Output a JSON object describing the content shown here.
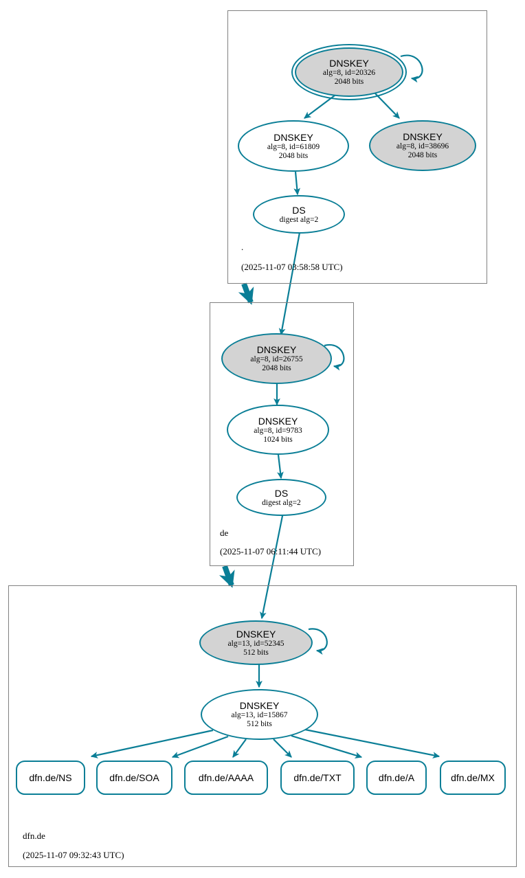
{
  "diagram": {
    "type": "dnssec-authentication-chain",
    "colors": {
      "edge": "#0a7e96",
      "node_border": "#0a7e96",
      "secure_fill": "#d3d3d3",
      "plain_fill": "#ffffff",
      "zone_border": "#808080",
      "background": "#ffffff"
    }
  },
  "zones": [
    {
      "name": ".",
      "label": ".",
      "timestamp": "(2025-11-07 03:58:58 UTC)",
      "nodes": [
        {
          "id": "root-ksk-20326",
          "kind": "DNSKEY",
          "title": "DNSKEY",
          "params": "alg=8, id=20326",
          "size": "2048 bits",
          "fill": "secure",
          "trust_anchor": true,
          "self_signed": true
        },
        {
          "id": "root-zsk-61809",
          "kind": "DNSKEY",
          "title": "DNSKEY",
          "params": "alg=8, id=61809",
          "size": "2048 bits",
          "fill": "plain",
          "trust_anchor": false,
          "self_signed": false
        },
        {
          "id": "root-ksk-38696",
          "kind": "DNSKEY",
          "title": "DNSKEY",
          "params": "alg=8, id=38696",
          "size": "2048 bits",
          "fill": "secure",
          "trust_anchor": false,
          "self_signed": false
        },
        {
          "id": "root-ds",
          "kind": "DS",
          "title": "DS",
          "params": "digest alg=2",
          "size": "",
          "fill": "plain",
          "trust_anchor": false,
          "self_signed": false
        }
      ]
    },
    {
      "name": "de",
      "label": "de",
      "timestamp": "(2025-11-07 06:11:44 UTC)",
      "nodes": [
        {
          "id": "de-ksk-26755",
          "kind": "DNSKEY",
          "title": "DNSKEY",
          "params": "alg=8, id=26755",
          "size": "2048 bits",
          "fill": "secure",
          "trust_anchor": false,
          "self_signed": true
        },
        {
          "id": "de-zsk-9783",
          "kind": "DNSKEY",
          "title": "DNSKEY",
          "params": "alg=8, id=9783",
          "size": "1024 bits",
          "fill": "plain",
          "trust_anchor": false,
          "self_signed": false
        },
        {
          "id": "de-ds",
          "kind": "DS",
          "title": "DS",
          "params": "digest alg=2",
          "size": "",
          "fill": "plain",
          "trust_anchor": false,
          "self_signed": false
        }
      ]
    },
    {
      "name": "dfn.de",
      "label": "dfn.de",
      "timestamp": "(2025-11-07 09:32:43 UTC)",
      "nodes": [
        {
          "id": "dfnde-ksk-52345",
          "kind": "DNSKEY",
          "title": "DNSKEY",
          "params": "alg=13, id=52345",
          "size": "512 bits",
          "fill": "secure",
          "trust_anchor": false,
          "self_signed": true
        },
        {
          "id": "dfnde-zsk-15867",
          "kind": "DNSKEY",
          "title": "DNSKEY",
          "params": "alg=13, id=15867",
          "size": "512 bits",
          "fill": "plain",
          "trust_anchor": false,
          "self_signed": false
        }
      ],
      "rrsets": [
        {
          "id": "rr-ns",
          "label": "dfn.de/NS"
        },
        {
          "id": "rr-soa",
          "label": "dfn.de/SOA"
        },
        {
          "id": "rr-aaaa",
          "label": "dfn.de/AAAA"
        },
        {
          "id": "rr-txt",
          "label": "dfn.de/TXT"
        },
        {
          "id": "rr-a",
          "label": "dfn.de/A"
        },
        {
          "id": "rr-mx",
          "label": "dfn.de/MX"
        }
      ]
    }
  ]
}
